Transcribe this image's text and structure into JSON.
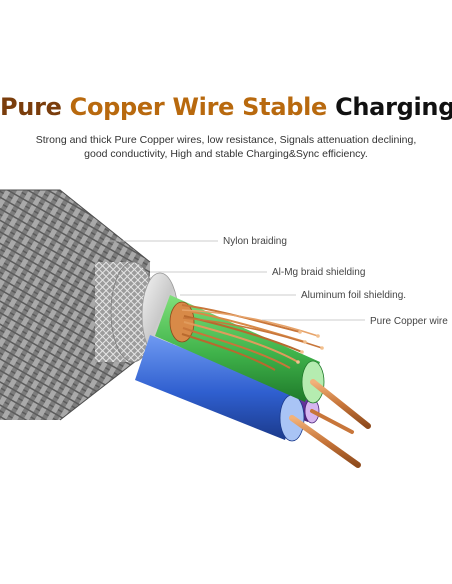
{
  "headline": {
    "part_a": "Pure",
    "part_b": "Copper",
    "part_c": "Wire  Stable",
    "part_d": "Charging"
  },
  "subtitle": {
    "line1": "Strong and thick Pure Copper wires, low resistance, Signals attenuation declining,",
    "line2": "good conductivity, High and stable Charging&Sync efficiency."
  },
  "callouts": {
    "nylon": "Nylon braiding",
    "almg": "Al-Mg braid shielding",
    "foil": "Aluminum foil shielding.",
    "copper": "Pure Copper wire"
  },
  "colors": {
    "title_dark": "#7a3d0c",
    "title_orange": "#b8690e",
    "wire_green": "#3fb24a",
    "wire_blue": "#2f5fcf",
    "wire_purple": "#7a3fb8",
    "copper": "#c8763a",
    "braid": "#8a8a8a"
  }
}
